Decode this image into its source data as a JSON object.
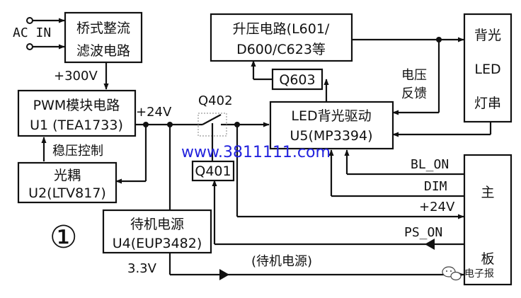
{
  "input": {
    "label": "AC IN"
  },
  "blocks": {
    "rectifier": {
      "line1": "桥式整流",
      "line2": "滤波电路"
    },
    "pwm": {
      "line1": "PWM模块电路",
      "line2": "U1 (TEA1733)"
    },
    "optocoupler": {
      "line1": "光耦",
      "line2": "U2(LTV817)"
    },
    "standby_power": {
      "line1": "待机电源",
      "line2": "U4(EUP3482)"
    },
    "boost": {
      "line1": "升压电路(L601/",
      "line2": "D600/C623等"
    },
    "q603": {
      "label": "Q603"
    },
    "q401": {
      "label": "Q401"
    },
    "led_driver": {
      "line1": "LED背光驱动",
      "line2": "U5(MP3394)"
    },
    "led_string": {
      "line1": "背光",
      "line2": "LED",
      "line3": "灯串"
    },
    "mainboard": {
      "line1": "主",
      "line2": "板"
    }
  },
  "labels": {
    "v300": "+300V",
    "v24": "+24V",
    "q402": "Q402",
    "regulation": "稳压控制",
    "feedback1": "电压",
    "feedback2": "反馈",
    "bl_on": "BL_ON",
    "dim": "DIM",
    "v24_main": "+24V",
    "ps_on": "PS_ON",
    "standby_note": "(待机电源)",
    "v33": "3.3V",
    "figure_number": "①"
  },
  "watermark": {
    "text": "www.3811111.com"
  },
  "brand": {
    "text": "电子报"
  }
}
